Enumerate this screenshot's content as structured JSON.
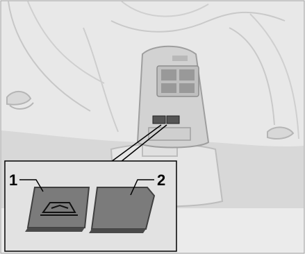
{
  "diagram": {
    "callouts": [
      {
        "number": "1",
        "target": "sunshade-tilt-button"
      },
      {
        "number": "2",
        "target": "blank-button"
      }
    ],
    "icons": [
      "overhead-console-icon",
      "sunroof-tilt-icon"
    ],
    "colors": {
      "ceiling": "#e9e9e9",
      "ceiling_lines": "#c9c9c9",
      "glass_band": "#d9d9d9",
      "inset_bg": "#e2e2e2",
      "button_face": "#7a7a7a",
      "button_edge": "#4a4a4a",
      "outline": "#000000"
    }
  }
}
